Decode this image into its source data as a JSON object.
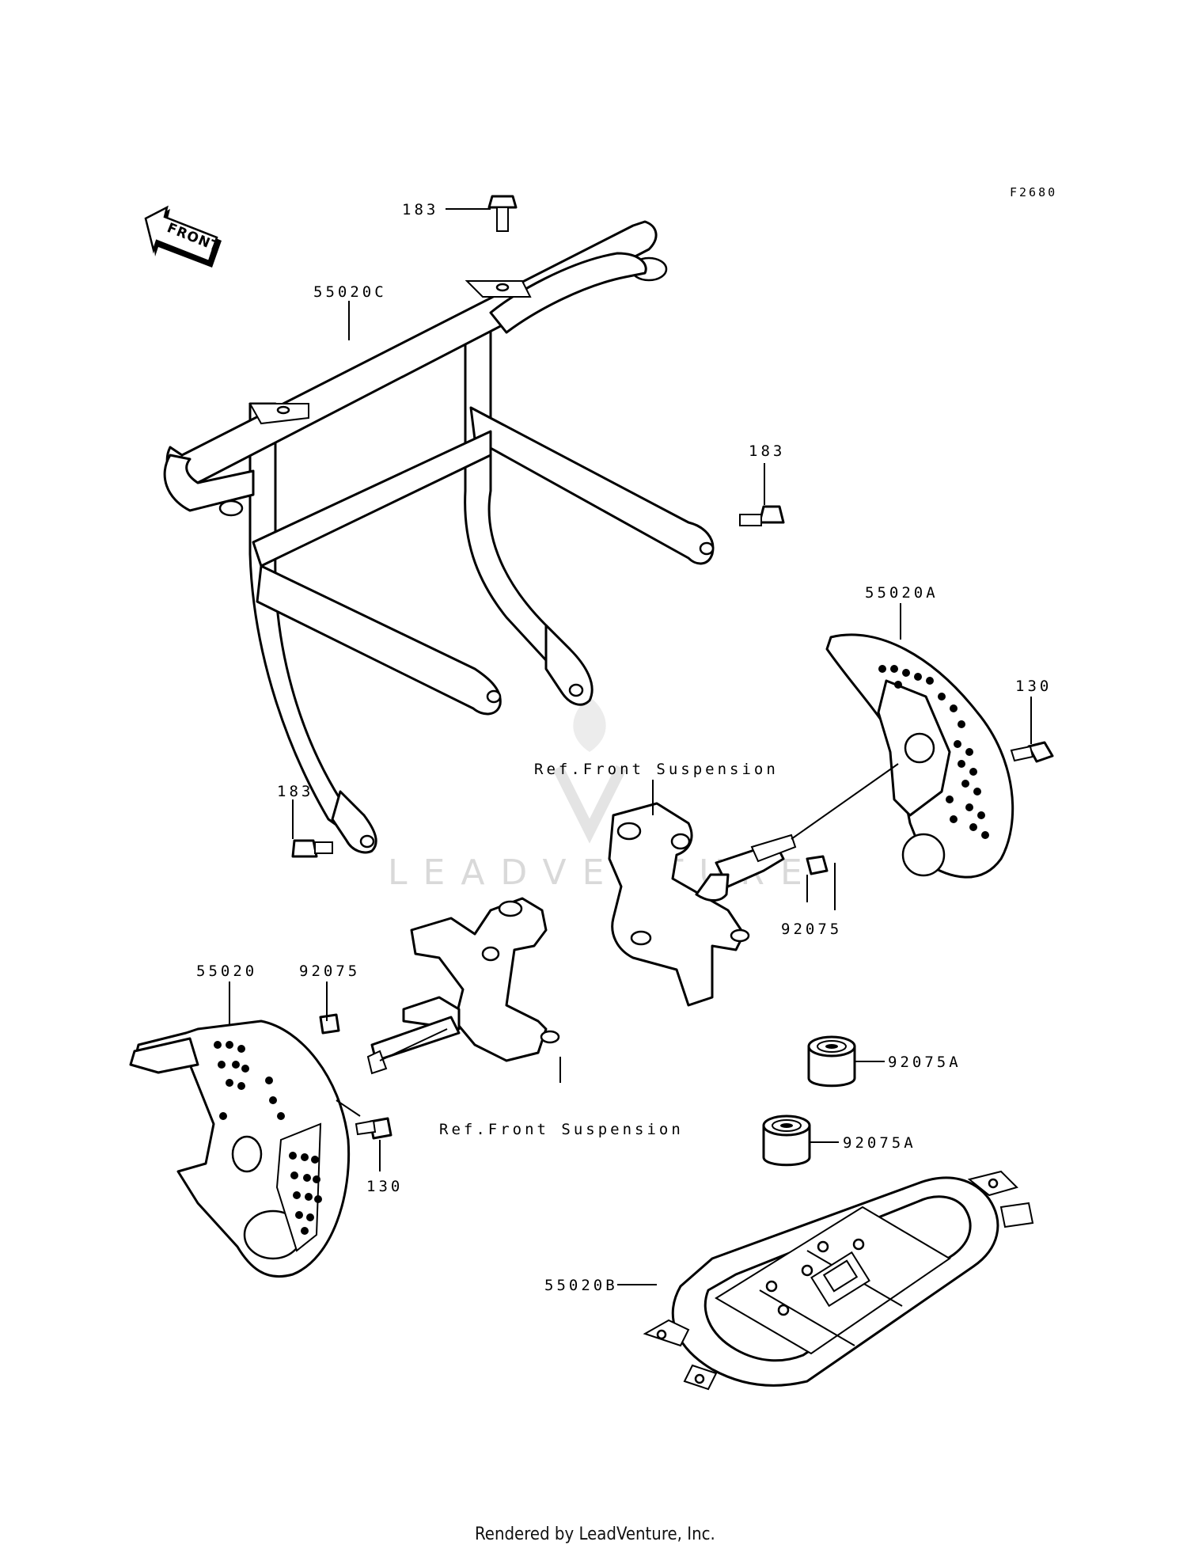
{
  "figure_code": "F2680",
  "front_arrow": {
    "text": "FRONT",
    "icon": "front-direction-arrow-icon"
  },
  "callouts": {
    "bolt_top": "183",
    "bumper_frame": "55020C",
    "bolt_right": "183",
    "bolt_left": "183",
    "guard_right": "55020A",
    "bolt_130_right": "130",
    "ref_front_suspension_upper": "Ref.Front Suspension",
    "grommet_upper": "92075",
    "guard_left": "55020",
    "grommet_lower": "92075",
    "ref_front_suspension_lower": "Ref.Front Suspension",
    "bolt_130_left": "130",
    "damper_upper": "92075A",
    "damper_lower": "92075A",
    "skid_plate": "55020B"
  },
  "watermark": {
    "text": "LEADVENTURE",
    "icon": "leadventure-flame-logo-icon"
  },
  "footer": {
    "rendered_by": "Rendered by LeadVenture, Inc."
  }
}
